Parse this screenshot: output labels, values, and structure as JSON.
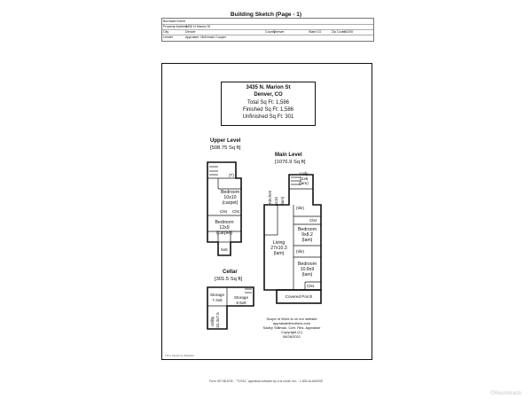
{
  "page_title": "Building Sketch (Page - 1)",
  "header": {
    "borrower_label": "Borrower/Client",
    "property_label": "Property Address",
    "property_value": "3435 N Marion St",
    "city_label": "City",
    "city_value": "Denver",
    "county_label": "County",
    "county_value": "Denver",
    "state_label": "State",
    "state_value": "CO",
    "zip_label": "Zip Code",
    "zip_value": "80205",
    "lender_label": "Lender",
    "lender_value": "Appraiser: McKenzie Cooper"
  },
  "summary": {
    "address": "3435 N. Marion St",
    "city": "Denver, CO",
    "total": "Total Sq Ft: 1,586",
    "finished": "Finished Sq Ft: 1,586",
    "unfinished": "Unfinished Sq Ft: 301"
  },
  "upper": {
    "title": "Upper Level",
    "sqft": "[508.75 Sq ft]",
    "rooms": {
      "bath": "(T)",
      "bedroom1": [
        "Bedroom",
        "10x10",
        "(carpet)"
      ],
      "clst1": "Clst",
      "clst2": "Clst",
      "bedroom2": [
        "Bedroom",
        "12x9",
        "(carpet)"
      ],
      "small": "5x5"
    }
  },
  "main": {
    "title": "Main Level",
    "sqft": "[1076.9 Sq ft]",
    "rooms": {
      "lndry": [
        "Lndy",
        "11x6",
        "(lam)"
      ],
      "kitchen": "Kitchen",
      "kitchen_dims": "6x10",
      "kitchen_floor": "(lam)",
      "tile1": "(tile)",
      "clst1": "Clst",
      "bedroom1": [
        "Bedroom",
        "9x8.2",
        "(lam)"
      ],
      "tile2": "(tile)",
      "living": [
        "Living",
        "27x10.3",
        "(lam)"
      ],
      "bedroom2": [
        "Bedroom",
        "10.8x9",
        "(lam)"
      ],
      "clst2": "Clst",
      "porch": "Covered Porch"
    }
  },
  "cellar": {
    "title": "Cellar",
    "sqft": "[301.5 Sq ft]",
    "rooms": {
      "storage1": [
        "Storage",
        "7.4x6"
      ],
      "storage2": [
        "Storage",
        "9.5x9"
      ],
      "utility": "Utility",
      "utility_dims": "10.4x7.5"
    }
  },
  "scope": [
    "Scope of Work is on our website",
    "appraisaldirections.com",
    "Sadey Stillman, Cert. Res. Appraiser",
    "Copyright (C)",
    "08/26/2021"
  ],
  "sketch_credit": "©Pro Sketch by Bradford",
  "footer_text": "Form SKT.BLDSK - \"TOTAL\" appraisal software by a la mode, inc. - 1-800-ALAMODE",
  "watermark": "©Recolorado"
}
